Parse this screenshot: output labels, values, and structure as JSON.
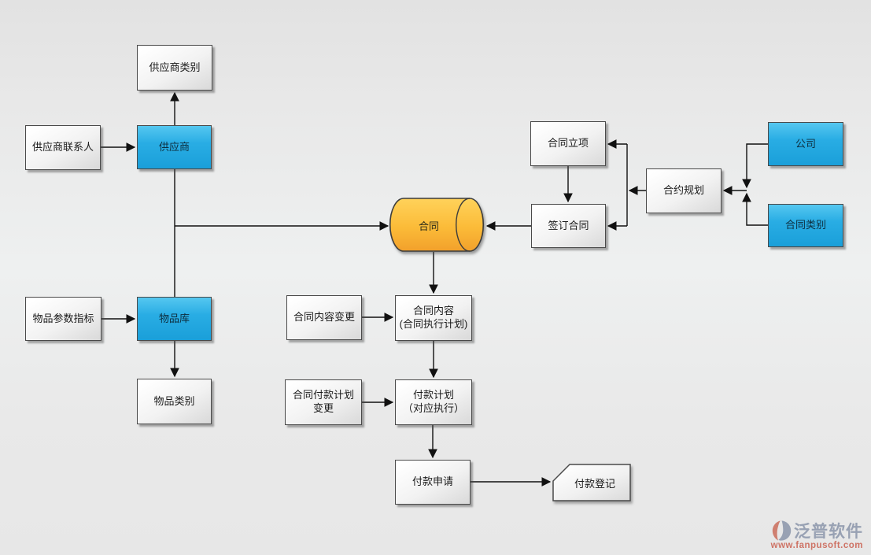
{
  "diagram": {
    "nodes": {
      "supplier_category": {
        "label": "供应商类别",
        "style": "white"
      },
      "supplier_contact": {
        "label": "供应商联系人",
        "style": "white"
      },
      "supplier": {
        "label": "供应商",
        "style": "blue"
      },
      "item_params": {
        "label": "物品参数指标",
        "style": "white"
      },
      "item_library": {
        "label": "物品库",
        "style": "blue"
      },
      "item_category": {
        "label": "物品类别",
        "style": "white"
      },
      "contract": {
        "label": "合同",
        "style": "yellow-cylinder"
      },
      "contract_initiation": {
        "label": "合同立项",
        "style": "white"
      },
      "sign_contract": {
        "label": "签订合同",
        "style": "white"
      },
      "contract_planning": {
        "label": "合约规划",
        "style": "white"
      },
      "company": {
        "label": "公司",
        "style": "blue"
      },
      "contract_category": {
        "label": "合同类别",
        "style": "blue"
      },
      "contract_content_change": {
        "label": "合同内容变更",
        "style": "white"
      },
      "contract_content": {
        "line1": "合同内容",
        "line2": "(合同执行计划)",
        "style": "white"
      },
      "payment_plan_change": {
        "line1": "合同付款计划",
        "line2": "变更",
        "style": "white"
      },
      "payment_plan": {
        "line1": "付款计划",
        "line2": "（对应执行）",
        "style": "white"
      },
      "payment_request": {
        "label": "付款申请",
        "style": "white"
      },
      "payment_register": {
        "label": "付款登记",
        "style": "white-card"
      }
    },
    "edges": [
      [
        "supplier",
        "supplier_category"
      ],
      [
        "supplier_contact",
        "supplier"
      ],
      [
        "supplier",
        "item_library"
      ],
      [
        "supplier_item_trunk",
        "contract"
      ],
      [
        "item_params",
        "item_library"
      ],
      [
        "item_library",
        "item_category"
      ],
      [
        "contract_initiation",
        "sign_contract"
      ],
      [
        "sign_contract",
        "contract"
      ],
      [
        "contract_planning",
        "contract_initiation"
      ],
      [
        "contract_planning",
        "sign_contract"
      ],
      [
        "company",
        "contract_planning"
      ],
      [
        "contract_category",
        "contract_planning"
      ],
      [
        "contract",
        "contract_content"
      ],
      [
        "contract_content_change",
        "contract_content"
      ],
      [
        "contract_content",
        "payment_plan"
      ],
      [
        "payment_plan_change",
        "payment_plan"
      ],
      [
        "payment_plan",
        "payment_request"
      ],
      [
        "payment_request",
        "payment_register"
      ]
    ],
    "colors": {
      "node_blue": "#29ade4",
      "node_white": "#f2f2f2",
      "cylinder_yellow": "#f9b32f",
      "line": "#111111",
      "background": "#e9e9e9",
      "brand_text": "#98a1b3",
      "brand_url": "#ce7365"
    },
    "watermark": {
      "brand": "泛普软件",
      "url": "www.fanpusoft.com"
    }
  }
}
